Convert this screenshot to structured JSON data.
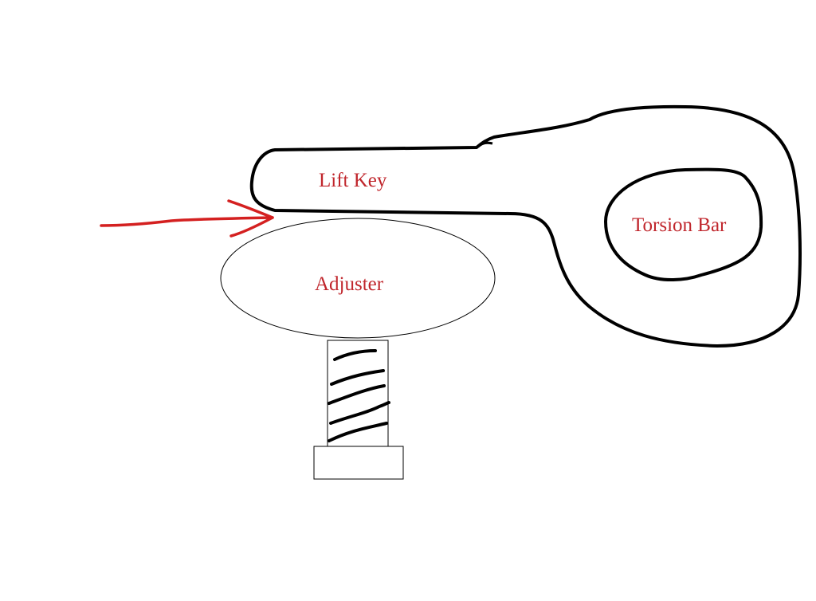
{
  "diagram": {
    "labels": {
      "lift_key": "Lift Key",
      "adjuster": "Adjuster",
      "torsion_bar": "Torsion Bar"
    },
    "colors": {
      "label_text": "#c0262c",
      "arrow": "#d42020",
      "outline": "#000000",
      "background": "#ffffff"
    },
    "components": [
      "lift-key",
      "torsion-bar",
      "adjuster",
      "adjuster-screw",
      "screw-base",
      "pointer-arrow"
    ]
  }
}
